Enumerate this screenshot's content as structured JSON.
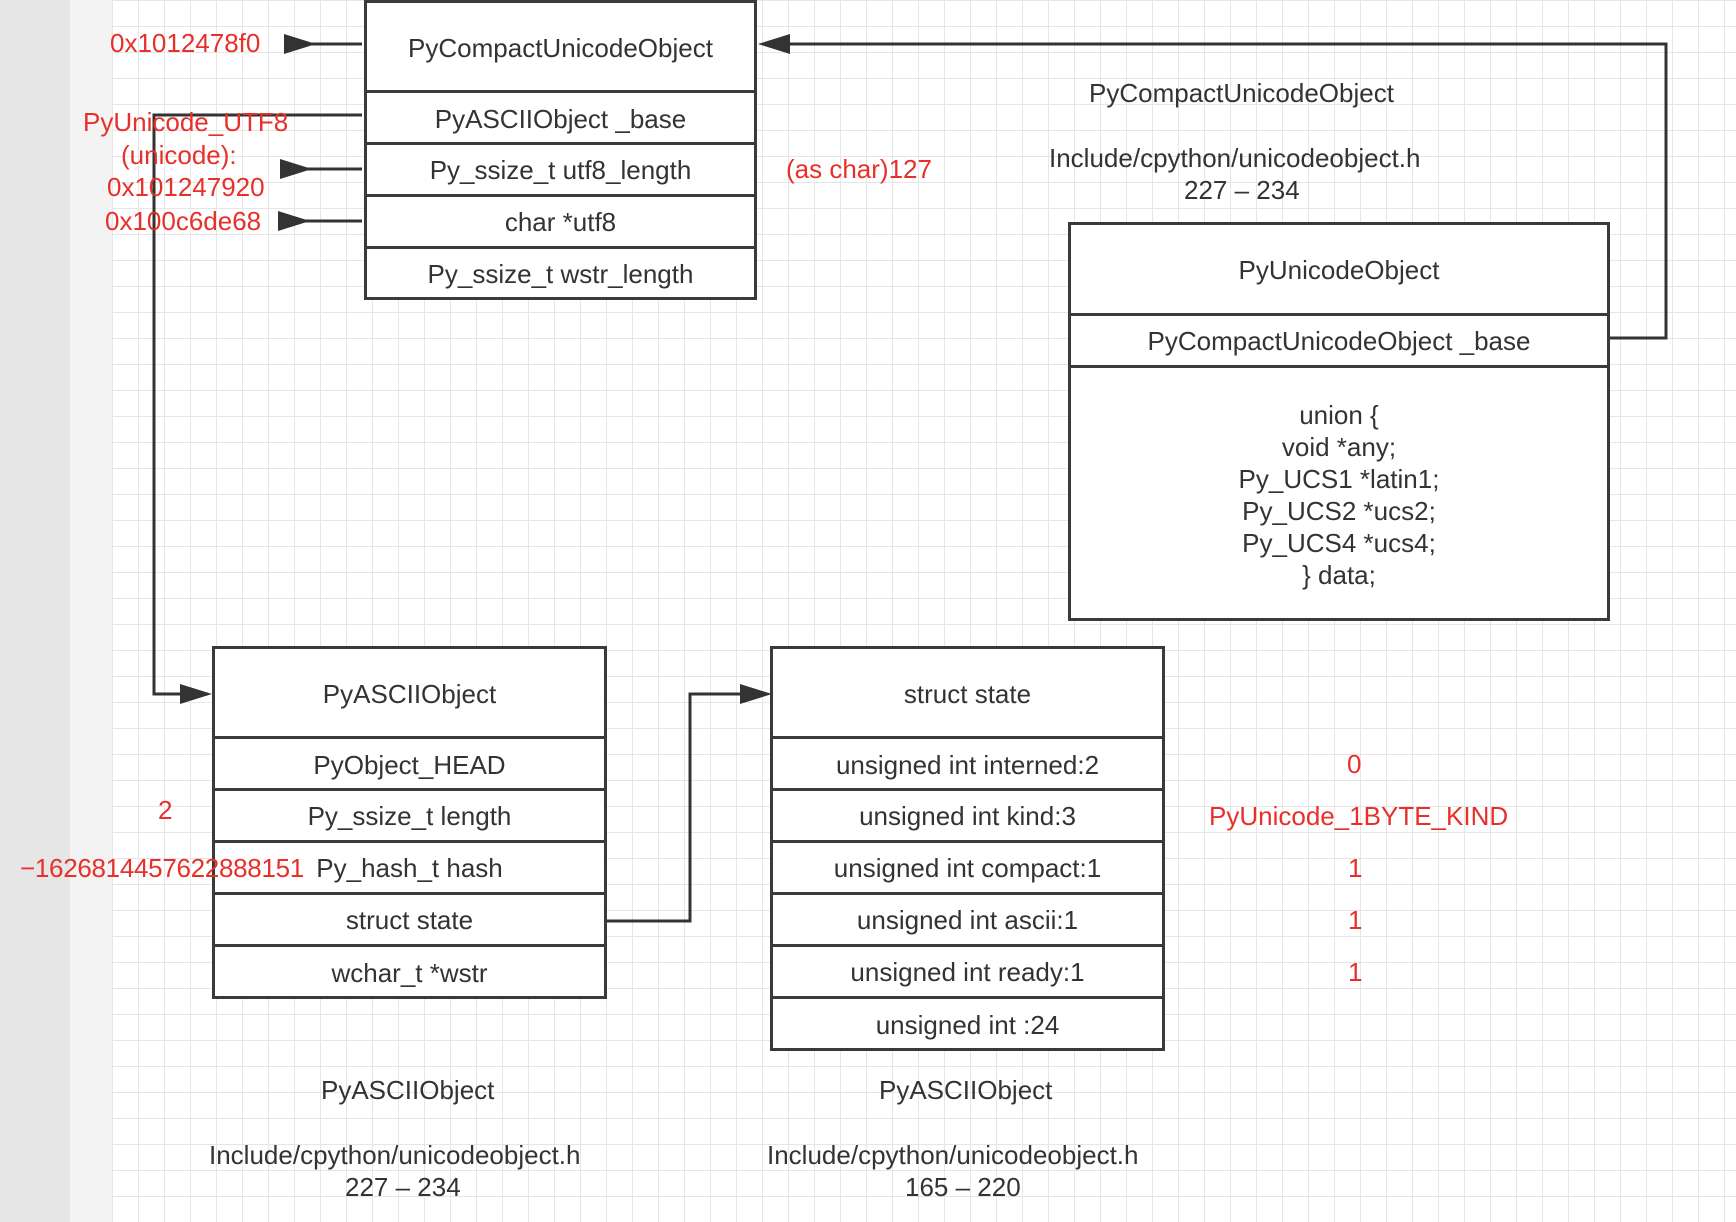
{
  "colors": {
    "annotation": "#e8302a",
    "box_border": "#3a3a3a",
    "text": "#333333",
    "grid": "#e6e6e6"
  },
  "top_struct": {
    "title": "PyCompactUnicodeObject",
    "fields": [
      "PyASCIIObject _base",
      "Py_ssize_t utf8_length",
      "char *utf8",
      "Py_ssize_t wstr_length"
    ]
  },
  "top_annotations": {
    "address": "0x1012478f0",
    "utf8_label_1": "PyUnicode_UTF8",
    "utf8_label_2": "(unicode):",
    "utf8_addr": "0x101247920",
    "utf8_ptr": "0x100c6de68",
    "utf8_length_value": "(as char)127"
  },
  "top_caption": {
    "name": "PyCompactUnicodeObject",
    "file": "Include/cpython/unicodeobject.h",
    "lines": "227 – 234"
  },
  "unicode_struct": {
    "title": "PyUnicodeObject",
    "base_field": "PyCompactUnicodeObject _base",
    "union_lines": [
      "union {",
      "void *any;",
      "Py_UCS1 *latin1;",
      "Py_UCS2 *ucs2;",
      "Py_UCS4 *ucs4;",
      "} data;"
    ]
  },
  "ascii_struct": {
    "title": "PyASCIIObject",
    "fields": [
      "PyObject_HEAD",
      "Py_ssize_t length",
      "Py_hash_t hash",
      "struct state",
      "wchar_t *wstr"
    ]
  },
  "ascii_annotations": {
    "length_value": "2",
    "hash_value": "−1626814457622888151"
  },
  "ascii_caption": {
    "name": "PyASCIIObject",
    "file": "Include/cpython/unicodeobject.h",
    "lines": "227 – 234"
  },
  "state_struct": {
    "title": "struct state",
    "fields": [
      "unsigned int interned:2",
      "unsigned int kind:3",
      "unsigned int compact:1",
      "unsigned int ascii:1",
      "unsigned int ready:1",
      "unsigned int :24"
    ]
  },
  "state_values": [
    "0",
    "PyUnicode_1BYTE_KIND",
    "1",
    "1",
    "1"
  ],
  "state_caption": {
    "name": "PyASCIIObject",
    "file": "Include/cpython/unicodeobject.h",
    "lines": "165 – 220"
  }
}
